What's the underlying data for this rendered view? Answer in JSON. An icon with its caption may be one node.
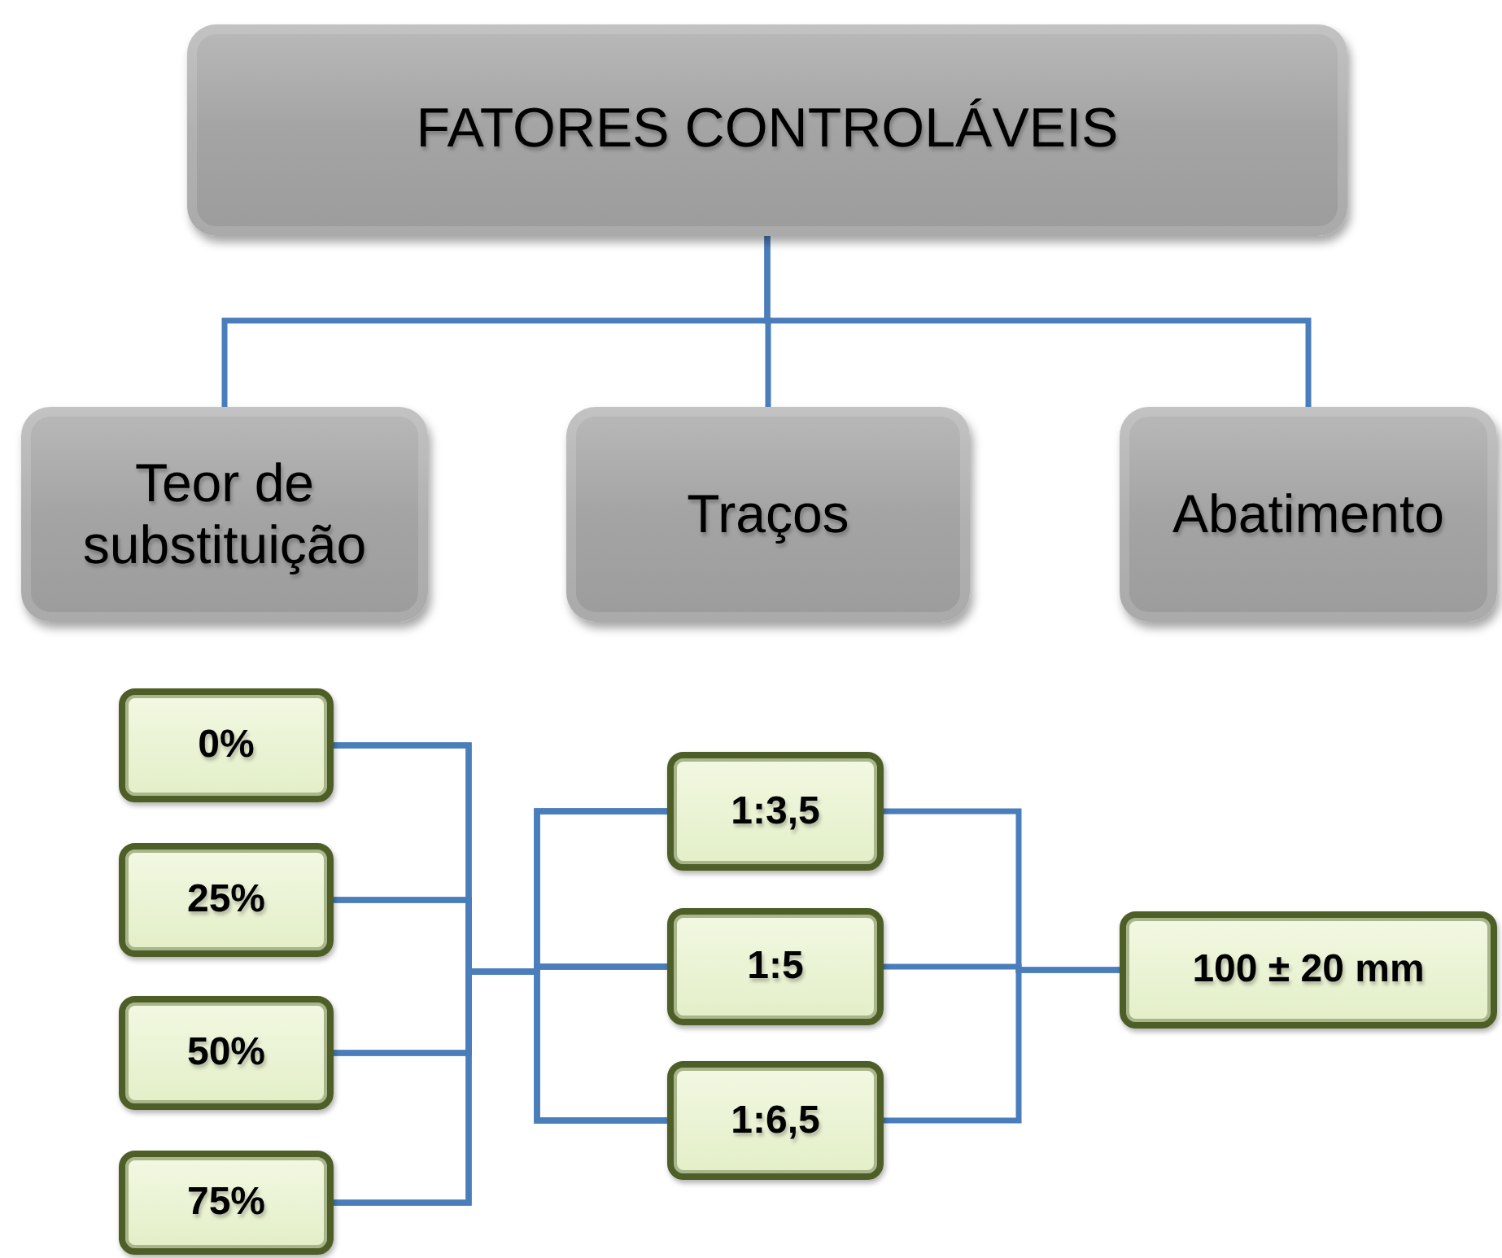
{
  "diagram": {
    "nodes": [
      {
        "text": [
          "FATORES CONTROLÁVEIS"
        ]
      },
      {
        "text": [
          "Teor de substituição"
        ]
      },
      {
        "text": [
          "Traços"
        ]
      },
      {
        "text": [
          "Abatimento"
        ]
      },
      {
        "text": [
          "0%"
        ]
      },
      {
        "text": [
          "25%"
        ]
      },
      {
        "text": [
          "50%"
        ]
      },
      {
        "text": [
          "75%"
        ]
      },
      {
        "text": [
          "1:3,5"
        ]
      },
      {
        "text": [
          "1:5"
        ]
      },
      {
        "text": [
          "1:6,5"
        ]
      },
      {
        "text": [
          "100 ± 20 mm"
        ]
      }
    ],
    "edges": [
      {
        "from": 0,
        "to": 1,
        "arrow": "none"
      },
      {
        "from": 0,
        "to": 2,
        "arrow": "none"
      },
      {
        "from": 0,
        "to": 3,
        "arrow": "none"
      },
      {
        "from": 4,
        "to": 8,
        "arrow": "none"
      },
      {
        "from": 4,
        "to": 9,
        "arrow": "none"
      },
      {
        "from": 4,
        "to": 10,
        "arrow": "none"
      },
      {
        "from": 5,
        "to": 8,
        "arrow": "none"
      },
      {
        "from": 5,
        "to": 9,
        "arrow": "none"
      },
      {
        "from": 5,
        "to": 10,
        "arrow": "none"
      },
      {
        "from": 6,
        "to": 8,
        "arrow": "none"
      },
      {
        "from": 6,
        "to": 9,
        "arrow": "none"
      },
      {
        "from": 6,
        "to": 10,
        "arrow": "none"
      },
      {
        "from": 7,
        "to": 8,
        "arrow": "none"
      },
      {
        "from": 7,
        "to": 9,
        "arrow": "none"
      },
      {
        "from": 7,
        "to": 10,
        "arrow": "none"
      },
      {
        "from": 8,
        "to": 11,
        "arrow": "none"
      },
      {
        "from": 9,
        "to": 11,
        "arrow": "none"
      },
      {
        "from": 10,
        "to": 11,
        "arrow": "none"
      }
    ]
  }
}
